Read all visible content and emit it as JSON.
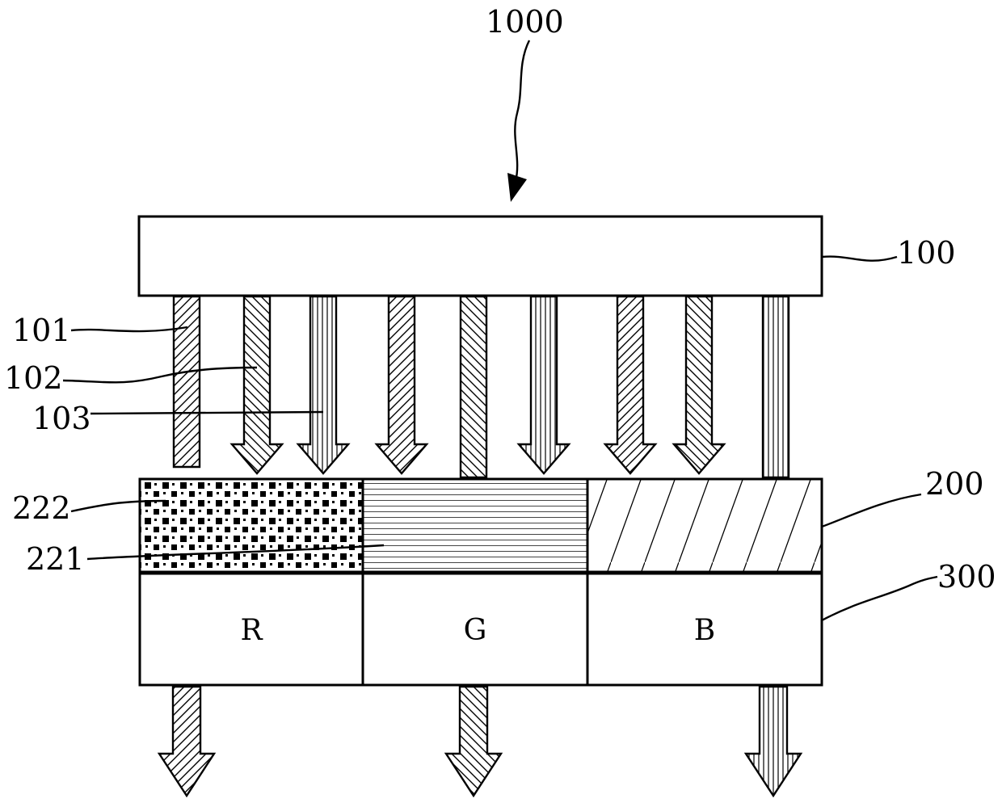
{
  "labels": {
    "assembly": "1000",
    "source": "100",
    "conversion_layer": "200",
    "filter_layer": "300",
    "ray_101": "101",
    "ray_102": "102",
    "ray_103": "103",
    "material_222": "222",
    "material_221": "221"
  },
  "subpixels": {
    "red": "R",
    "green": "G",
    "blue": "B"
  },
  "incident_rays": [
    {
      "pattern": "hatch-right",
      "arrowhead": false
    },
    {
      "pattern": "hatch-left",
      "arrowhead": true
    },
    {
      "pattern": "vertical-lines",
      "arrowhead": true
    },
    {
      "pattern": "hatch-right",
      "arrowhead": true
    },
    {
      "pattern": "hatch-left",
      "arrowhead": false
    },
    {
      "pattern": "vertical-lines",
      "arrowhead": true
    },
    {
      "pattern": "hatch-right",
      "arrowhead": true
    },
    {
      "pattern": "hatch-left",
      "arrowhead": true
    },
    {
      "pattern": "vertical-lines",
      "arrowhead": false
    }
  ],
  "output_rays": [
    {
      "subpixel": "R",
      "pattern": "hatch-right"
    },
    {
      "subpixel": "G",
      "pattern": "hatch-left"
    },
    {
      "subpixel": "B",
      "pattern": "vertical-lines"
    }
  ],
  "region_patterns": {
    "red_region": "dots",
    "green_region": "horizontal-lines",
    "blue_region": "sparse-diagonal"
  }
}
